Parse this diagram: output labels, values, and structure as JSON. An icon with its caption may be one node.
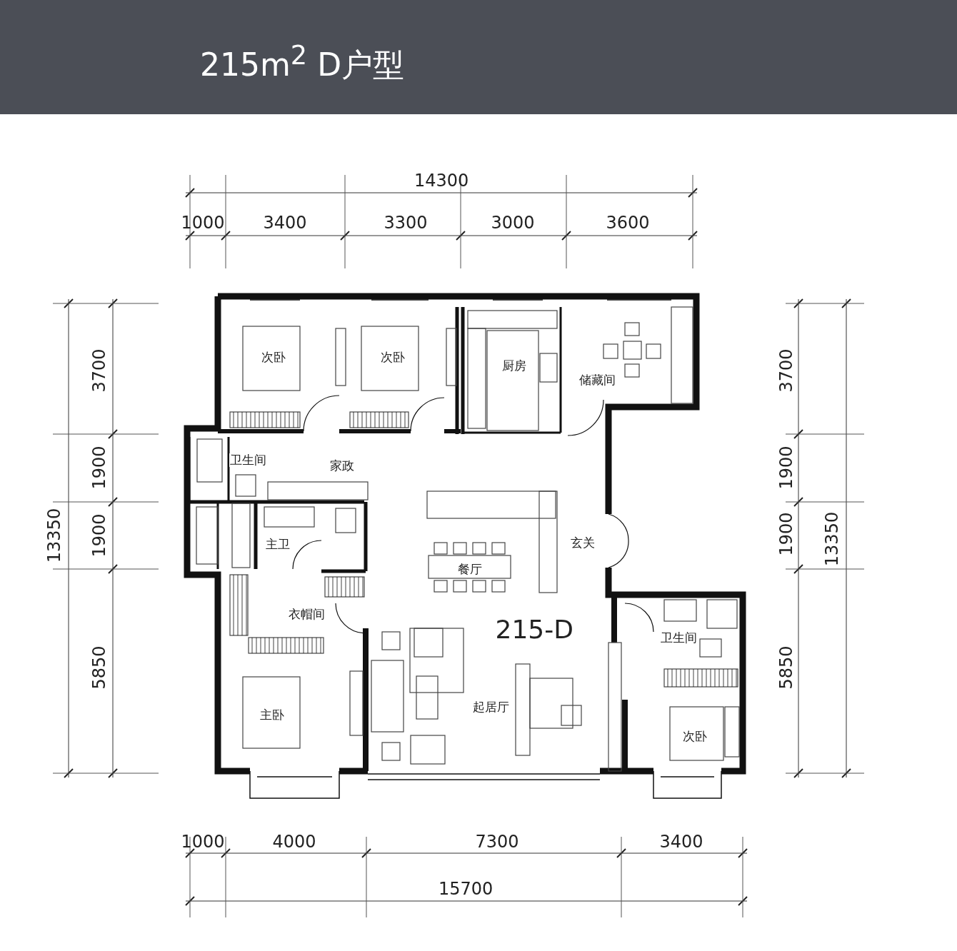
{
  "diagram": {
    "title": "215m$^{2}$ D户型",
    "labels": [
      "14300",
      "1000",
      "3400",
      "3300",
      "3000",
      "3600",
      "3700",
      "1900",
      "13350",
      "1900",
      "5850",
      "3700",
      "1900",
      "1900",
      "13350",
      "5850",
      "次卧",
      "次卧",
      "厨房",
      "储藏间",
      "卫生间",
      "家政",
      "主卫",
      "玄关",
      "餐厅",
      "衣帽间",
      "215-D",
      "卫生间",
      "起居厅",
      "主卧",
      "次卧",
      "1000",
      "4000",
      "7300",
      "3400",
      "15700"
    ]
  }
}
